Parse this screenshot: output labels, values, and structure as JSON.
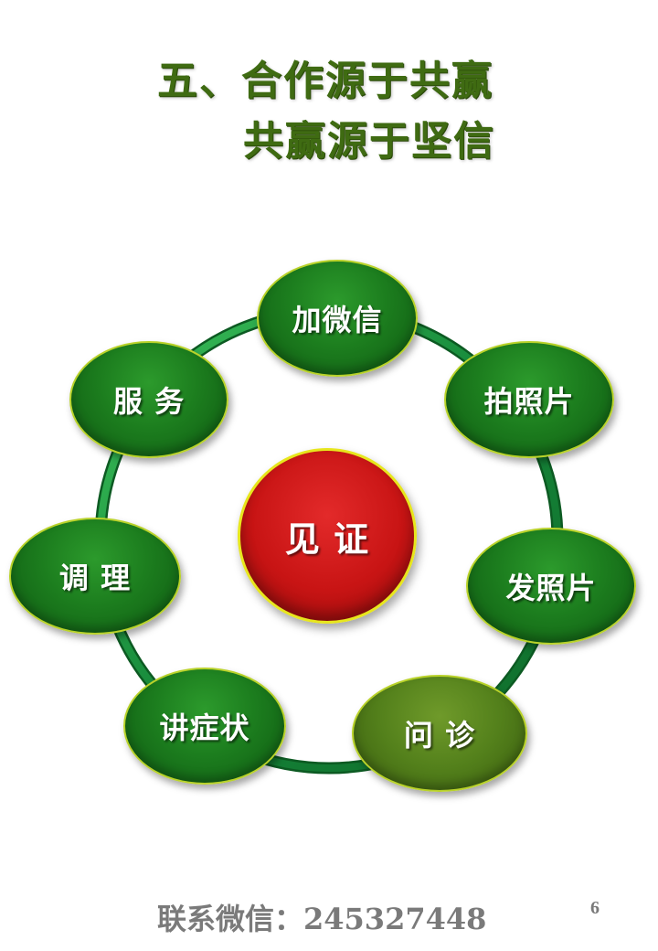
{
  "title": {
    "line1": "五、合作源于共赢",
    "line2": "共赢源于坚信"
  },
  "diagram": {
    "center": "见 证",
    "nodes": [
      {
        "label": "加微信"
      },
      {
        "label": "拍照片"
      },
      {
        "label": "发照片"
      },
      {
        "label": "问  诊"
      },
      {
        "label": "讲症状"
      },
      {
        "label": "调  理"
      },
      {
        "label": "服  务"
      }
    ]
  },
  "footer": {
    "contact": "联系微信：245327448",
    "page_number": "6"
  },
  "colors": {
    "title": "#3f6b12",
    "node_green": "#1c7d1e",
    "node_olive": "#53801b",
    "center_red": "#c81414",
    "ring": "#1f9a3a",
    "footer": "#7a7a7a"
  }
}
